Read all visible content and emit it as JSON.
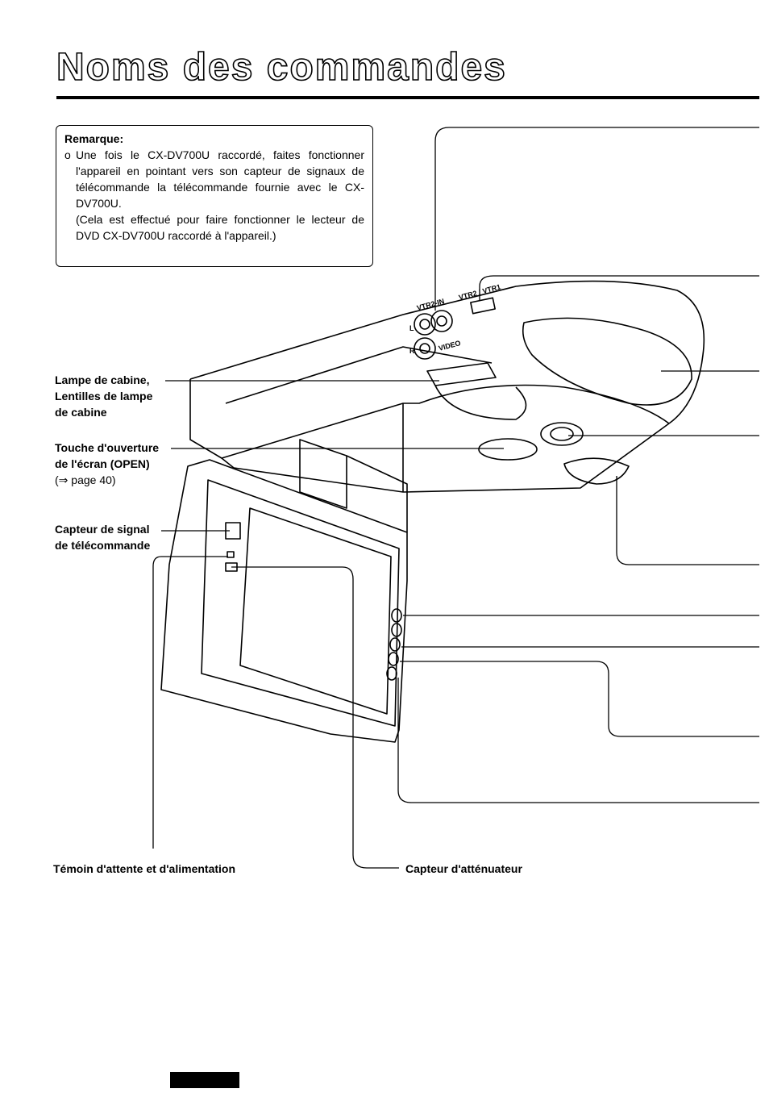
{
  "page": {
    "title": "Noms des commandes"
  },
  "note": {
    "heading": "Remarque:",
    "bullet": "o",
    "line1": "Une fois le CX-DV700U raccordé, faites fonctionner l'appareil en pointant vers son capteur de signaux de télécommande la télécommande fournie avec le CX-DV700U.",
    "line2": "(Cela est effectué pour faire fonctionner le lecteur de DVD CX-DV700U raccordé à l'appareil.)"
  },
  "labels": {
    "cabin_lamp_1": "Lampe de cabine,",
    "cabin_lamp_2": "Lentilles de lampe",
    "cabin_lamp_3": "de cabine",
    "open_1": "Touche d'ouverture",
    "open_2": "de l'écran (OPEN)",
    "open_ref": "(⇒ page 40)",
    "sensor_1": "Capteur de signal",
    "sensor_2": "de télécommande",
    "standby": "Témoin d'attente et d'alimentation",
    "dimmer": "Capteur d'atténuateur"
  },
  "device_markings": {
    "vtr2_in": "VTR2-IN",
    "video": "VIDEO",
    "switch": "VTR2 / VTR1",
    "left": "L",
    "right": "R"
  },
  "colors": {
    "ink": "#000000",
    "paper": "#ffffff"
  }
}
